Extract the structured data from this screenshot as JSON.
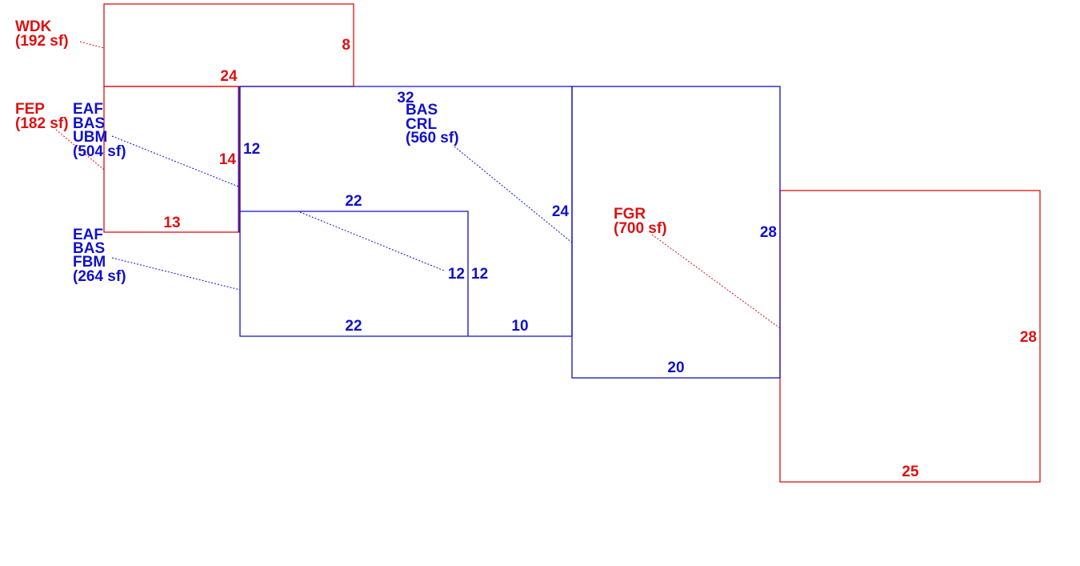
{
  "colors": {
    "red": "#dd1111",
    "blue": "#1111cc"
  },
  "areas": {
    "wdk": {
      "code": "WDK",
      "area": "(192 sf)"
    },
    "fep": {
      "code": "FEP",
      "area": "(182 sf)"
    },
    "ubm": {
      "codes": [
        "EAF",
        "BAS",
        "UBM"
      ],
      "area": "(504 sf)"
    },
    "fbm": {
      "codes": [
        "EAF",
        "BAS",
        "FBM"
      ],
      "area": "(264 sf)"
    },
    "crl": {
      "codes": [
        "BAS",
        "CRL"
      ],
      "area": "(560 sf)"
    },
    "fgr": {
      "code": "FGR",
      "area": "(700 sf)"
    }
  },
  "dimensions": {
    "wdk_top": "24",
    "wdk_right": "8",
    "fep_right": "14",
    "fep_bottom": "13",
    "ubm_right": "12",
    "crl_top": "32",
    "crl_right": "24",
    "fbm_top": "22",
    "fbm_bottom": "22",
    "fbm_right_inner": "12",
    "fbm_right_outer": "12",
    "crl_bottom": "10",
    "mid_right": "28",
    "mid_bottom": "20",
    "fgr_right": "28",
    "fgr_bottom": "25"
  }
}
